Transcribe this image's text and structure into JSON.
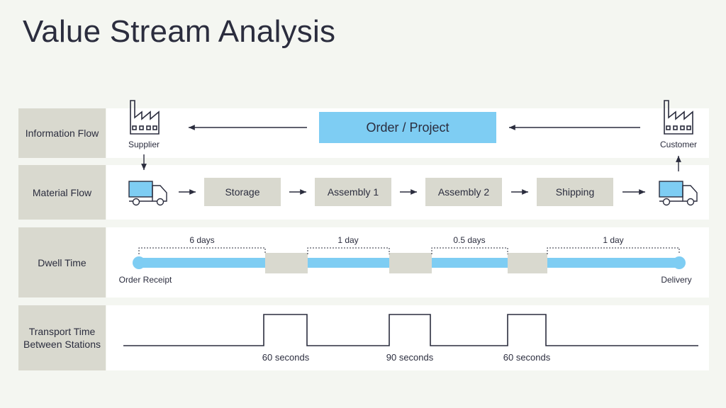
{
  "title": "Value Stream Analysis",
  "rows": {
    "information_flow": "Information Flow",
    "material_flow": "Material Flow",
    "dwell_time": "Dwell Time",
    "transport_time": "Transport Time Between Stations"
  },
  "information": {
    "order_box": "Order / Project",
    "supplier": "Supplier",
    "customer": "Customer"
  },
  "stations": [
    "Storage",
    "Assembly 1",
    "Assembly 2",
    "Shipping"
  ],
  "dwell": {
    "start_label": "Order Receipt",
    "end_label": "Delivery",
    "segments": [
      "6 days",
      "1 day",
      "0.5 days",
      "1 day"
    ]
  },
  "transport": {
    "times": [
      "60 seconds",
      "90 seconds",
      "60 seconds"
    ]
  },
  "colors": {
    "accent_blue": "#7ecdf3",
    "label_gray": "#d9d9cf",
    "ink": "#2b2d3e",
    "background": "#f4f6f1"
  },
  "icons": [
    "factory-icon",
    "truck-icon",
    "arrow-right-icon",
    "arrow-left-icon"
  ]
}
